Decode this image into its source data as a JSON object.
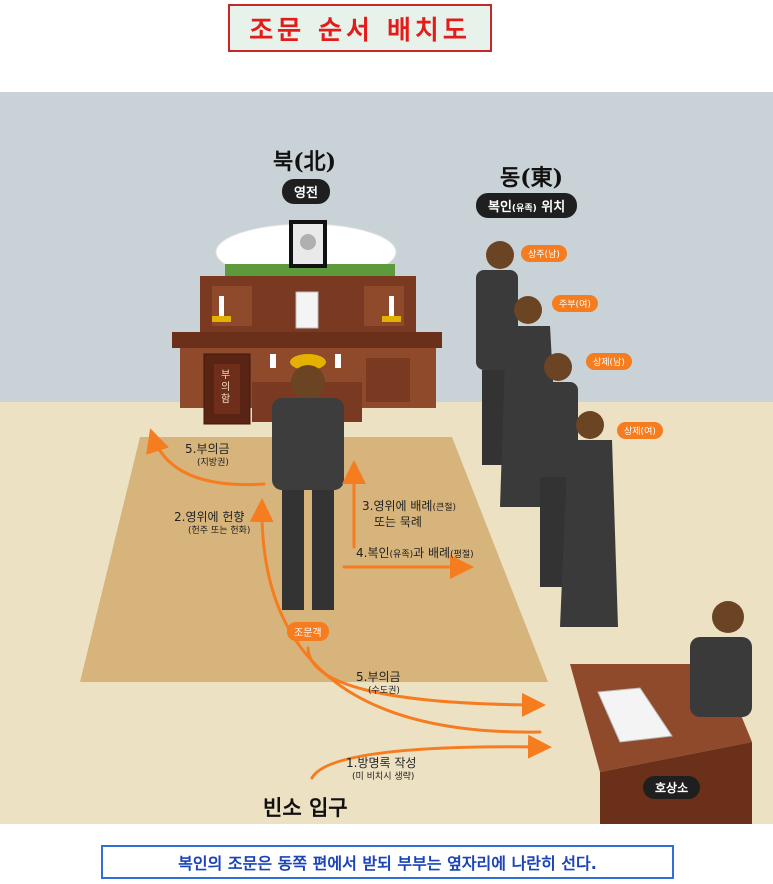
{
  "title": "조문 순서 배치도",
  "north": {
    "label": "북",
    "hanja": "(北)",
    "badge": "영전"
  },
  "east": {
    "label": "동",
    "hanja": "(東)",
    "badge_pre": "복인",
    "badge_small": "(유족)",
    "badge_post": " 위치"
  },
  "mourners": {
    "chief_male": "상주(남)",
    "chief_female": "주부(여)",
    "mourner_male": "상제(남)",
    "mourner_female": "상제(여)"
  },
  "altar": {
    "box_label": "부\n의\n함"
  },
  "steps": {
    "s1": {
      "main": "1.방명록 작성",
      "sub": "(미 비치시 생략)"
    },
    "s2": {
      "main": "2.영위에 헌향",
      "sub": "(헌주 또는 헌화)"
    },
    "s3": {
      "main": "3.영위에 배례",
      "main_small": "(큰절)",
      "sub": "또는 묵례"
    },
    "s4": {
      "main": "4.복인",
      "small": "(유족)",
      "main2": "과 배례",
      "small2": "(평절)"
    },
    "s5a": {
      "main": "5.부의금",
      "sub": "(지방권)"
    },
    "s5b": {
      "main": "5.부의금",
      "sub": "(수도권)"
    }
  },
  "visitor_badge": "조문객",
  "reception_badge": "호상소",
  "entrance": "빈소 입구",
  "footer": "복인의 조문은 동쪽 편에서 받되 부부는 옆자리에 나란히 선다.",
  "colors": {
    "accent_orange": "#f57c1f",
    "title_red": "#e31b1b",
    "footer_blue": "#1a44b8"
  }
}
